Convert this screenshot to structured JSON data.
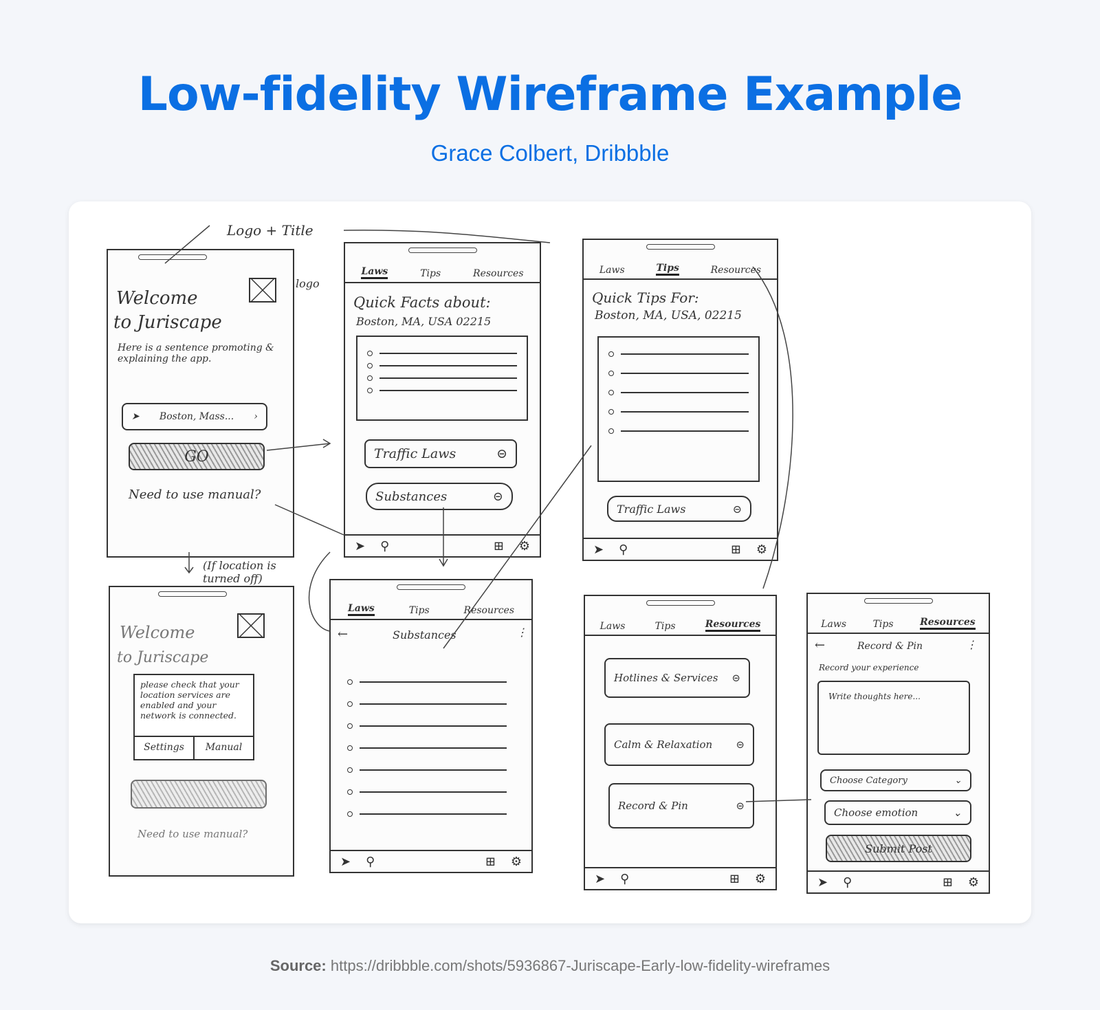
{
  "header": {
    "title": "Low-fidelity Wireframe Example",
    "subtitle": "Grace Colbert, Dribbble"
  },
  "source": {
    "label": "Source:",
    "url": "https://dribbble.com/shots/5936867-Juriscape-Early-low-fidelity-wireframes"
  },
  "annotations": {
    "logo_title": "Logo + Title",
    "logo": "logo",
    "location_off": "(If location is turned off)"
  },
  "tabs": {
    "laws": "Laws",
    "tips": "Tips",
    "resources": "Resources"
  },
  "welcome": {
    "heading1": "Welcome",
    "heading2": "to Juriscape",
    "sentence": "Here is a sentence promoting & explaining the app.",
    "location": "Boston, Mass...",
    "go": "GO",
    "manual": "Need to use manual?"
  },
  "welcome_off": {
    "heading1": "Welcome",
    "heading2": "to Juriscape",
    "dialog": "please check that your location services are enabled and your network is connected.",
    "settings": "Settings",
    "manual_btn": "Manual",
    "manual": "Need to use manual?"
  },
  "laws": {
    "heading": "Quick Facts about:",
    "location": "Boston, MA, USA 02215",
    "btn1": "Traffic Laws",
    "btn2": "Substances"
  },
  "tips": {
    "heading": "Quick Tips For:",
    "location": "Boston, MA, USA, 02215",
    "btn1": "Traffic Laws"
  },
  "substances": {
    "title": "Substances"
  },
  "resources": {
    "btn1": "Hotlines & Services",
    "btn2": "Calm & Relaxation",
    "btn3": "Record & Pin"
  },
  "record": {
    "title": "Record & Pin",
    "prompt": "Record your experience",
    "placeholder": "Write thoughts here...",
    "category": "Choose Category",
    "emotion": "Choose emotion",
    "submit": "Submit Post"
  }
}
